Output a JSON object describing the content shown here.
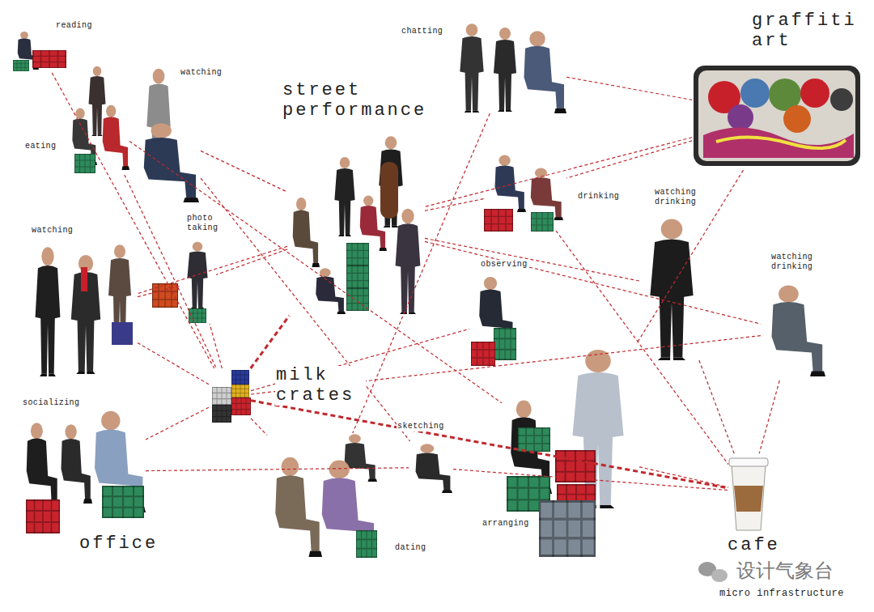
{
  "diagram": {
    "nodes": [
      {
        "text": [
          "reading"
        ]
      },
      {
        "text": [
          "watching"
        ]
      },
      {
        "text": [
          "eating"
        ]
      },
      {
        "text": [
          "chatting"
        ]
      },
      {
        "text": [
          "graffiti art"
        ]
      },
      {
        "text": [
          "street performance"
        ]
      },
      {
        "text": [
          "photo taking"
        ]
      },
      {
        "text": [
          "watching"
        ]
      },
      {
        "text": [
          "drinking"
        ]
      },
      {
        "text": [
          "watching drinking"
        ]
      },
      {
        "text": [
          "observing"
        ]
      },
      {
        "text": [
          "watching drinking"
        ]
      },
      {
        "text": [
          "milk crates"
        ]
      },
      {
        "text": [
          "socializing"
        ]
      },
      {
        "text": [
          "sketching"
        ]
      },
      {
        "text": [
          "dating"
        ]
      },
      {
        "text": [
          "arranging"
        ]
      },
      {
        "text": [
          "cafe"
        ]
      }
    ],
    "edges": [
      {
        "from": 0,
        "to": 12,
        "arrow": "none"
      },
      {
        "from": 2,
        "to": 12,
        "arrow": "none"
      },
      {
        "from": 1,
        "to": 5,
        "arrow": "none"
      },
      {
        "from": 1,
        "to": 14,
        "arrow": "none"
      },
      {
        "from": 3,
        "to": 4,
        "arrow": "none"
      },
      {
        "from": 3,
        "to": 15,
        "arrow": "none"
      },
      {
        "from": 4,
        "to": 8,
        "arrow": "none"
      },
      {
        "from": 4,
        "to": 5,
        "arrow": "none"
      },
      {
        "from": 4,
        "to": 16,
        "arrow": "none"
      },
      {
        "from": 5,
        "to": 6,
        "arrow": "none"
      },
      {
        "from": 5,
        "to": 7,
        "arrow": "none"
      },
      {
        "from": 5,
        "to": 8,
        "arrow": "none"
      },
      {
        "from": 5,
        "to": 9,
        "arrow": "none"
      },
      {
        "from": 5,
        "to": 11,
        "arrow": "none"
      },
      {
        "from": 12,
        "to": 5,
        "arrow": "none"
      },
      {
        "from": 12,
        "to": 17,
        "arrow": "none"
      },
      {
        "from": 12,
        "to": 7,
        "arrow": "none"
      },
      {
        "from": 12,
        "to": 13,
        "arrow": "none"
      },
      {
        "from": 12,
        "to": 15,
        "arrow": "none"
      },
      {
        "from": 12,
        "to": 10,
        "arrow": "none"
      },
      {
        "from": 12,
        "to": 11,
        "arrow": "none"
      },
      {
        "from": 12,
        "to": 6,
        "arrow": "none"
      },
      {
        "from": 8,
        "to": 17,
        "arrow": "none"
      },
      {
        "from": 9,
        "to": 17,
        "arrow": "none"
      },
      {
        "from": 11,
        "to": 17,
        "arrow": "none"
      },
      {
        "from": 16,
        "to": 17,
        "arrow": "none"
      },
      {
        "from": 14,
        "to": 17,
        "arrow": "none"
      },
      {
        "from": 13,
        "to": 14,
        "arrow": "none"
      },
      {
        "from": 7,
        "to": 6,
        "arrow": "none"
      },
      {
        "from": 2,
        "to": 16,
        "arrow": "none"
      }
    ],
    "labels": [
      "office",
      "micro infrastructure",
      "设计气象台"
    ]
  }
}
